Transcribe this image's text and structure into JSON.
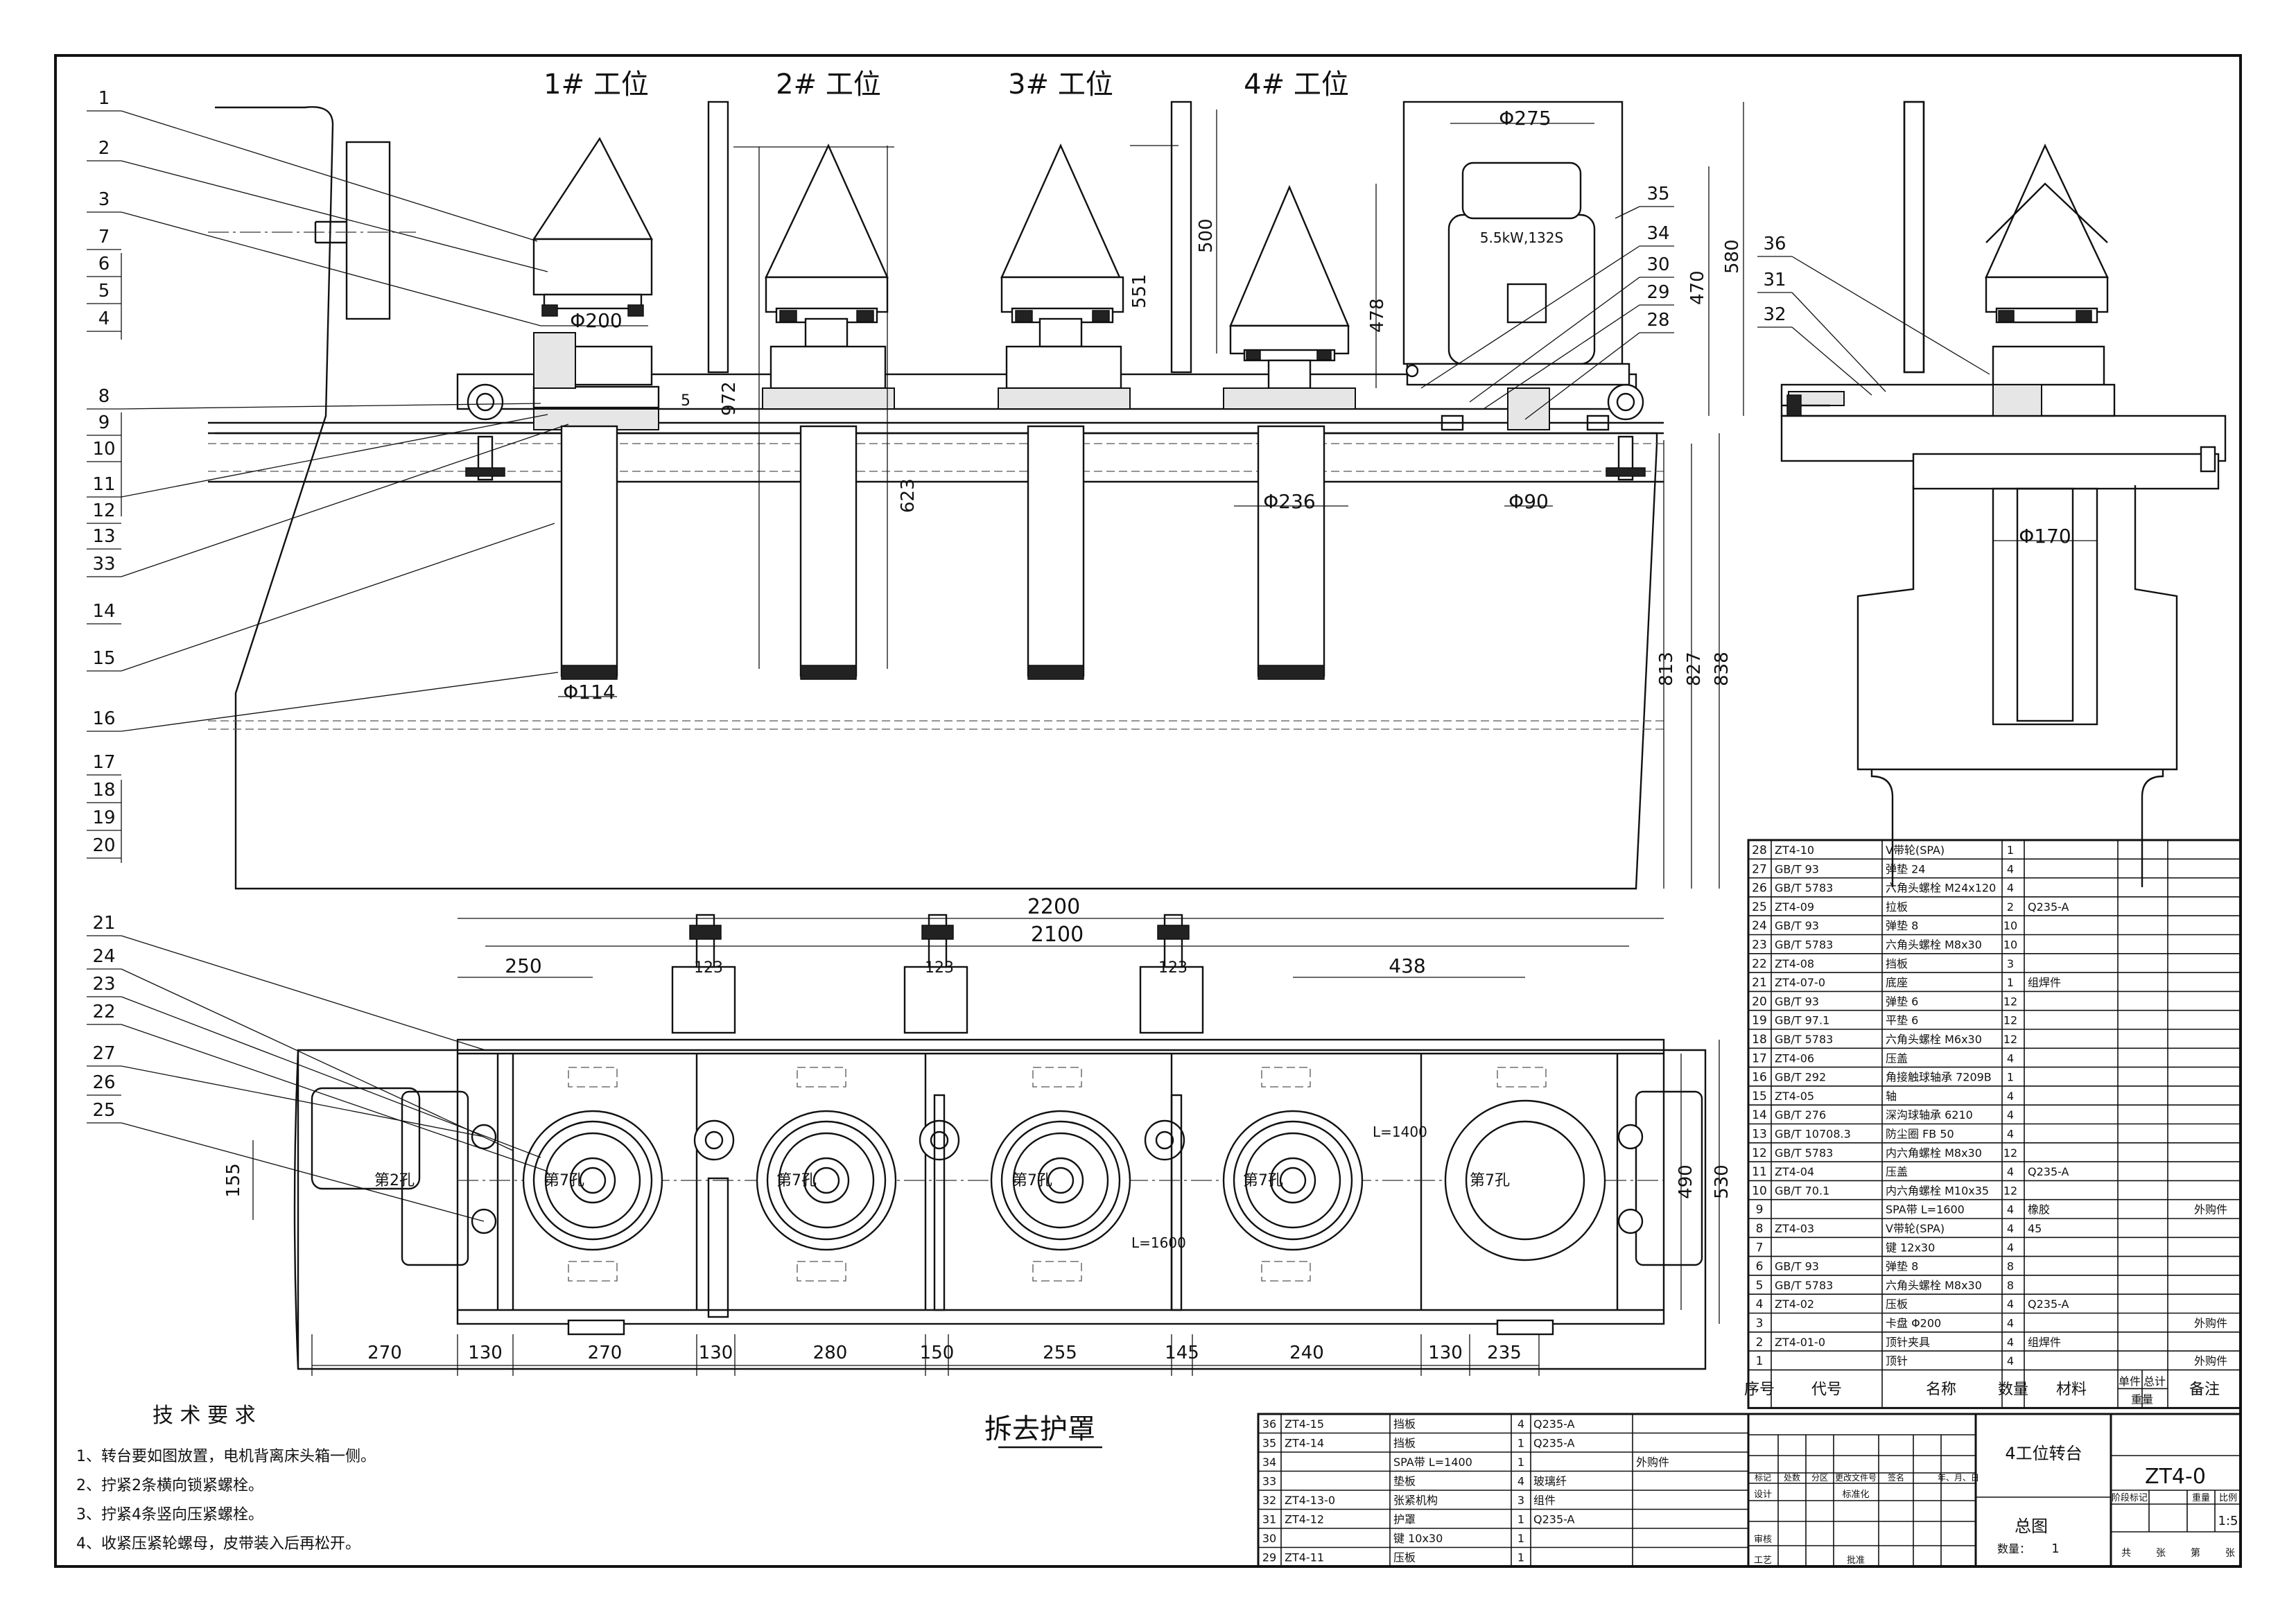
{
  "station_labels": [
    "1# 工位",
    "2# 工位",
    "3# 工位",
    "4# 工位"
  ],
  "part_callouts": [
    "1",
    "2",
    "3",
    "7",
    "6",
    "5",
    "4",
    "8",
    "9",
    "10",
    "11",
    "12",
    "13",
    "33",
    "14",
    "15",
    "16",
    "17",
    "18",
    "19",
    "20"
  ],
  "lower_callouts": [
    "21",
    "24",
    "23",
    "22",
    "27",
    "26",
    "25"
  ],
  "side_callouts": [
    "36",
    "31",
    "32"
  ],
  "right_callouts": [
    "35",
    "34",
    "30",
    "29",
    "28"
  ],
  "dimensions": {
    "d200": "Φ200",
    "d275": "Φ275",
    "d236": "Φ236",
    "d90": "Φ90",
    "d114": "Φ114",
    "d170": "Φ170",
    "v500": "500",
    "v551": "551",
    "v478": "478",
    "v470": "470",
    "v580": "580",
    "v972": "972",
    "v623": "623",
    "v5": "5",
    "v813": "813",
    "v827": "827",
    "v838": "838",
    "h2200": "2200",
    "h2100": "2100",
    "h250": "250",
    "h438": "438",
    "h123a": "123",
    "h123b": "123",
    "h123c": "123",
    "v155": "155",
    "v530": "530",
    "v490": "490",
    "bottom": [
      "270",
      "130",
      "270",
      "130",
      "280",
      "150",
      "255",
      "145",
      "240",
      "130",
      "235"
    ],
    "belt1400": "L=1400",
    "belt1600": "L=1600"
  },
  "motor_label": "5.5kW,132S",
  "hole_labels": [
    "第2孔",
    "第7孔",
    "第7孔",
    "第7孔",
    "第7孔",
    "第7孔"
  ],
  "remove_guard": "拆去护罩",
  "tech_title": "技 术 要 求",
  "tech_notes": [
    "1、转台要如图放置，电机背离床头箱一侧。",
    "2、拧紧2条横向锁紧螺栓。",
    "3、拧紧4条竖向压紧螺栓。",
    "4、收紧压紧轮螺母，皮带装入后再松开。"
  ],
  "bom_right": [
    [
      "28",
      "ZT4-10",
      "V带轮(SPA)",
      "1",
      "",
      ""
    ],
    [
      "27",
      "GB/T 93",
      "弹垫 24",
      "4",
      "",
      ""
    ],
    [
      "26",
      "GB/T 5783",
      "六角头螺栓 M24x120",
      "4",
      "",
      ""
    ],
    [
      "25",
      "ZT4-09",
      "拉板",
      "2",
      "Q235-A",
      ""
    ],
    [
      "24",
      "GB/T 93",
      "弹垫 8",
      "10",
      "",
      ""
    ],
    [
      "23",
      "GB/T 5783",
      "六角头螺栓 M8x30",
      "10",
      "",
      ""
    ],
    [
      "22",
      "ZT4-08",
      "挡板",
      "3",
      "",
      ""
    ],
    [
      "21",
      "ZT4-07-0",
      "底座",
      "1",
      "组焊件",
      ""
    ],
    [
      "20",
      "GB/T 93",
      "弹垫 6",
      "12",
      "",
      ""
    ],
    [
      "19",
      "GB/T 97.1",
      "平垫 6",
      "12",
      "",
      ""
    ],
    [
      "18",
      "GB/T 5783",
      "六角头螺栓 M6x30",
      "12",
      "",
      ""
    ],
    [
      "17",
      "ZT4-06",
      "压盖",
      "4",
      "",
      ""
    ],
    [
      "16",
      "GB/T 292",
      "角接触球轴承 7209B",
      "1",
      "",
      ""
    ],
    [
      "15",
      "ZT4-05",
      "轴",
      "4",
      "",
      ""
    ],
    [
      "14",
      "GB/T 276",
      "深沟球轴承 6210",
      "4",
      "",
      ""
    ],
    [
      "13",
      "GB/T 10708.3",
      "防尘圈 FB 50",
      "4",
      "",
      ""
    ],
    [
      "12",
      "GB/T 5783",
      "内六角螺栓 M8x30",
      "12",
      "",
      ""
    ],
    [
      "11",
      "ZT4-04",
      "压盖",
      "4",
      "Q235-A",
      ""
    ],
    [
      "10",
      "GB/T 70.1",
      "内六角螺栓 M10x35",
      "12",
      "",
      ""
    ],
    [
      "9",
      "",
      "SPA带 L=1600",
      "4",
      "橡胶",
      "外购件"
    ],
    [
      "8",
      "ZT4-03",
      "V带轮(SPA)",
      "4",
      "45",
      ""
    ],
    [
      "7",
      "",
      "键 12x30",
      "4",
      "",
      ""
    ],
    [
      "6",
      "GB/T 93",
      "弹垫 8",
      "8",
      "",
      ""
    ],
    [
      "5",
      "GB/T 5783",
      "六角头螺栓 M8x30",
      "8",
      "",
      ""
    ],
    [
      "4",
      "ZT4-02",
      "压板",
      "4",
      "Q235-A",
      ""
    ],
    [
      "3",
      "",
      "卡盘 Φ200",
      "4",
      "",
      "外购件"
    ],
    [
      "2",
      "ZT4-01-0",
      "顶针夹具",
      "4",
      "组焊件",
      ""
    ],
    [
      "1",
      "",
      "顶针",
      "4",
      "",
      "外购件"
    ]
  ],
  "bom_right_header": [
    "序号",
    "代号",
    "名称",
    "数量",
    "材料",
    "单件",
    "总计",
    "重量",
    "备注"
  ],
  "bom_bottom": [
    [
      "36",
      "ZT4-15",
      "挡板",
      "4",
      "Q235-A",
      ""
    ],
    [
      "35",
      "ZT4-14",
      "挡板",
      "1",
      "Q235-A",
      ""
    ],
    [
      "34",
      "",
      "SPA带 L=1400",
      "1",
      "",
      "外购件"
    ],
    [
      "33",
      "",
      "垫板",
      "4",
      "玻璃纤",
      ""
    ],
    [
      "32",
      "ZT4-13-0",
      "张紧机构",
      "3",
      "组件",
      ""
    ],
    [
      "31",
      "ZT4-12",
      "护罩",
      "1",
      "Q235-A",
      ""
    ],
    [
      "30",
      "",
      "键 10x30",
      "1",
      "",
      ""
    ],
    [
      "29",
      "ZT4-11",
      "压板",
      "1",
      "",
      ""
    ]
  ],
  "title_block": {
    "product_name": "4工位转台",
    "drawing_no": "ZT4-0",
    "drawing_name": "总图",
    "quantity_label": "数量：",
    "quantity": "1",
    "scale": "1:5",
    "scale_label": "比例",
    "weight_label": "重量",
    "stage_label": "阶段标记",
    "sheet_labels": [
      "共",
      "张",
      "第",
      "张"
    ],
    "rev_headers": [
      "标记",
      "处数",
      "分区",
      "更改文件号",
      "签名",
      "年、月、日"
    ],
    "roles": [
      "设计",
      "审核",
      "工艺"
    ],
    "role_extra": [
      "标准化",
      "批准"
    ]
  }
}
